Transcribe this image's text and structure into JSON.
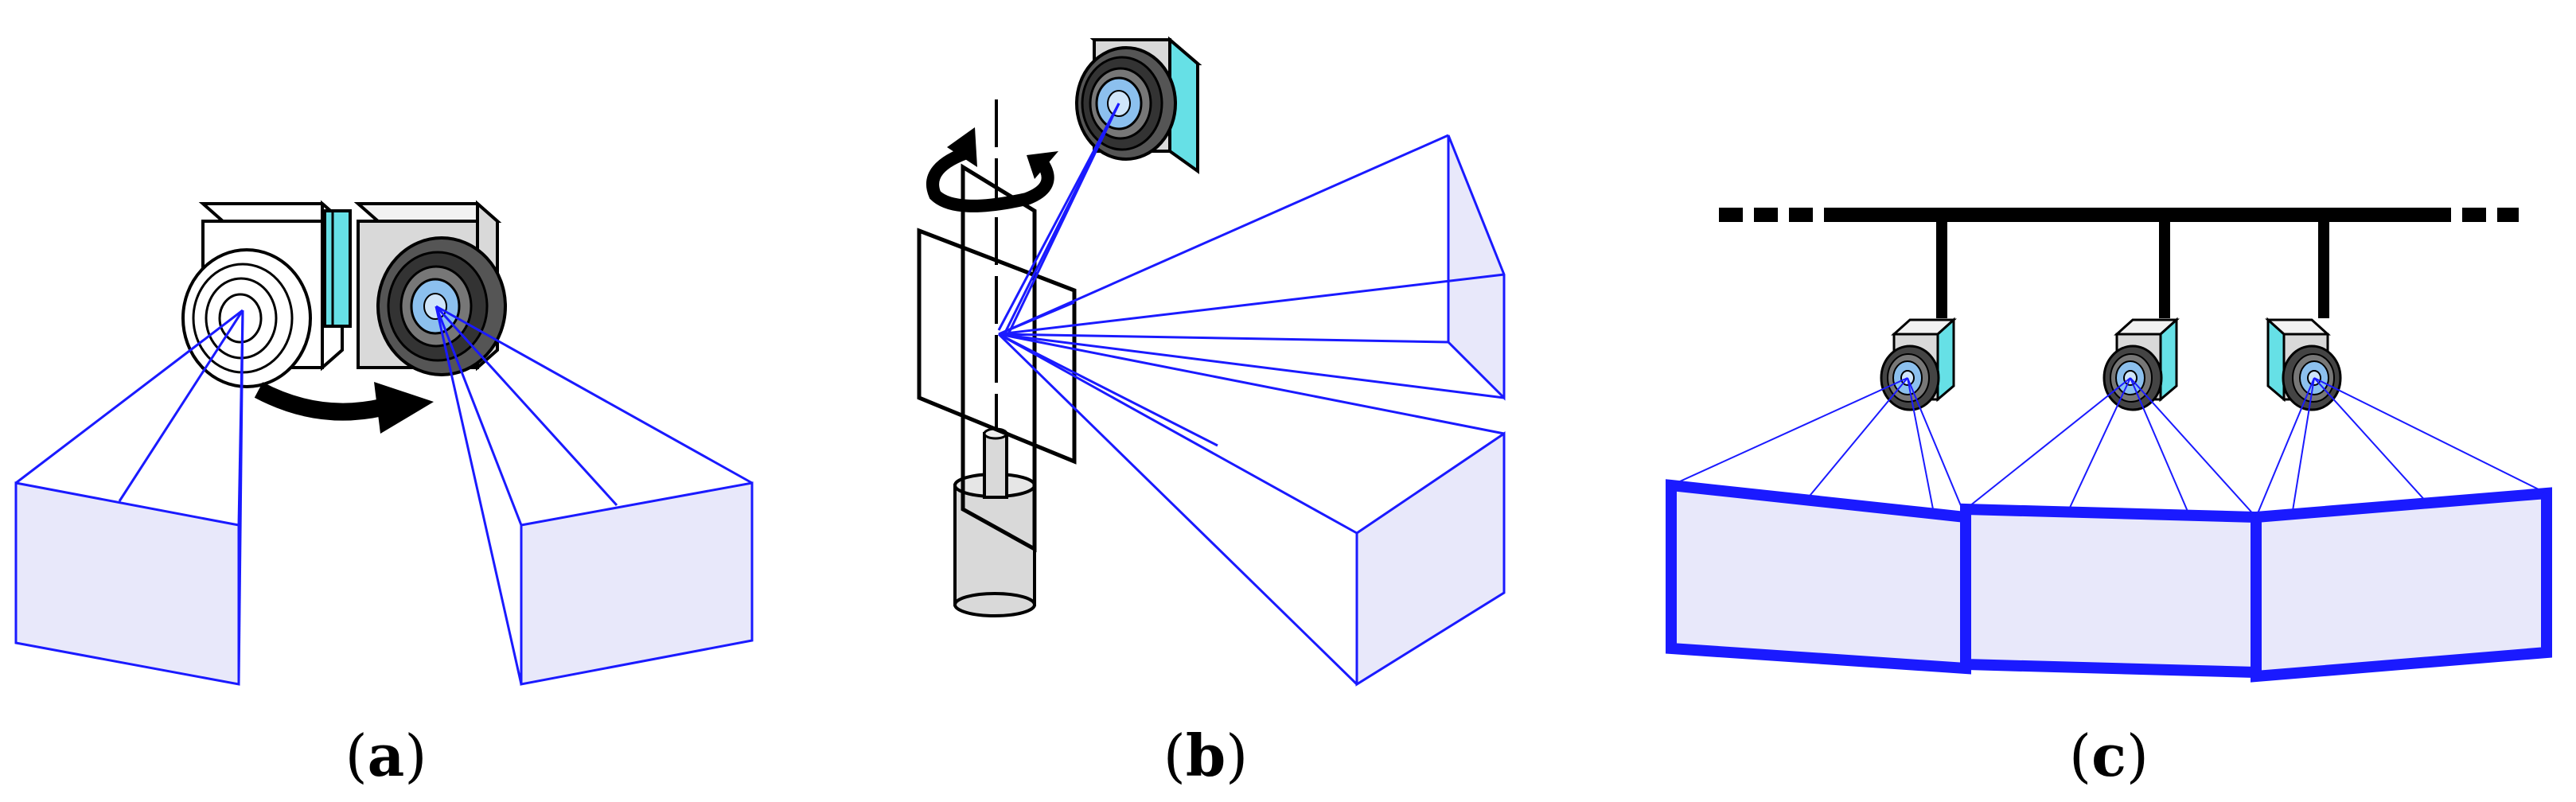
{
  "panels": [
    {
      "id": "a",
      "label_open": "(",
      "letter": "a",
      "label_close": ")"
    },
    {
      "id": "b",
      "label_open": "(",
      "letter": "b",
      "label_close": ")"
    },
    {
      "id": "c",
      "label_open": "(",
      "letter": "c",
      "label_close": ")"
    }
  ],
  "colors": {
    "ray": "#1a1aff",
    "plane_fill": "#e8e8fa",
    "plane_edge": "#1a1aff",
    "camera_body": "#d9d9d9",
    "camera_side": "#66e0e6",
    "lens_glass": "#8cc0ee",
    "mount": "#000000"
  },
  "icons": [
    "camera-icon",
    "rotation-arrow-icon",
    "mirror-icon",
    "motor-icon",
    "mounting-rail-icon"
  ]
}
